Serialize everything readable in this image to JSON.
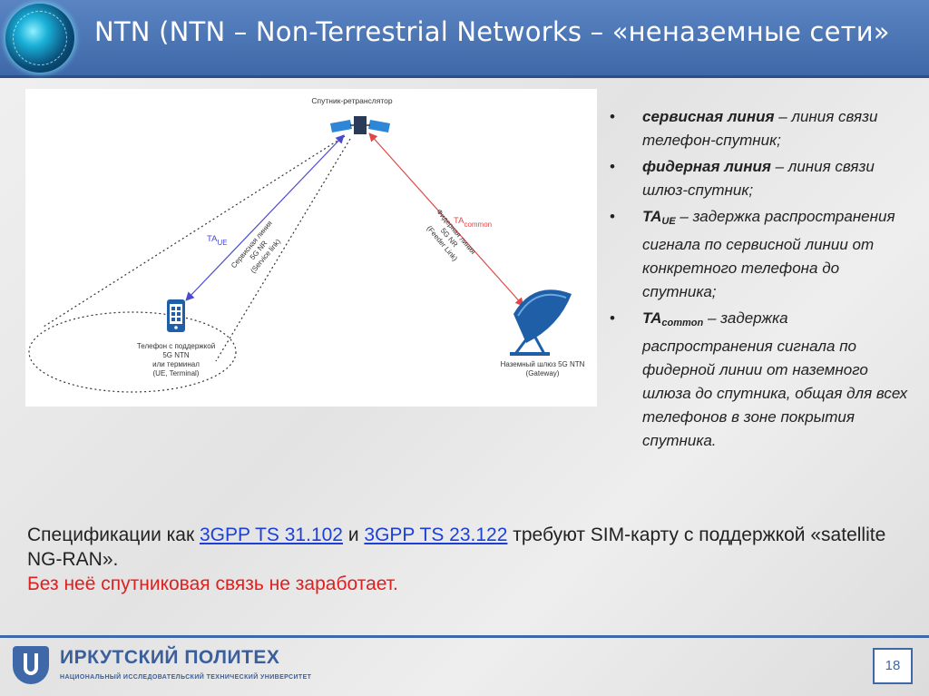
{
  "header": {
    "title": "NTN (NTN – Non-Terrestrial Networks – «неназемные сети»"
  },
  "diagram": {
    "satellite_label": "Спутник-ретранслятор",
    "phone_label_lines": [
      "Телефон с поддержкой",
      "5G NTN",
      "или терминал",
      "(UE, Terminal)"
    ],
    "gateway_label_lines": [
      "Наземный шлюз 5G NTN",
      "(Gateway)"
    ],
    "service_link_lines": [
      "Сервисная линия",
      "5G NR",
      "(Service link)"
    ],
    "feeder_link_lines": [
      "Фидерная линия",
      "5G NR",
      "(Feeder Link)"
    ],
    "ta_ue": {
      "main": "TA",
      "sub": "UE"
    },
    "ta_common": {
      "main": "TA",
      "sub": "common"
    },
    "colors": {
      "service_link": "#4a4ad0",
      "feeder_link": "#e04848",
      "device": "#1f5fa8"
    }
  },
  "bullets": [
    {
      "term": "сервисная линия",
      "rest": " – линия связи телефон-спутник;"
    },
    {
      "term": "фидерная линия",
      "rest": " – линия связи шлюз-спутник;"
    },
    {
      "term": "TA",
      "sub": "UE",
      "rest": " – задержка распространения сигнала по сервисной линии от конкретного телефона до спутника;"
    },
    {
      "term": "TA",
      "sub": "common",
      "rest": " – задержка распространения сигнала по фидерной линии от наземного шлюза до спутника, общая для всех телефонов в зоне покрытия спутника."
    }
  ],
  "bullet_char": "•",
  "spec": {
    "prefix": "Спецификации как ",
    "link1": "3GPP TS 31.102",
    "middle": " и ",
    "link2": "3GPP TS 23.122",
    "suffix": " требуют SIM-карту с поддержкой «satellite NG-RAN».",
    "warning": "Без неё спутниковая связь не заработает."
  },
  "footer": {
    "org_name": "ИРКУТСКИЙ ПОЛИТЕХ",
    "org_subtitle": "НАЦИОНАЛЬНЫЙ ИССЛЕДОВАТЕЛЬСКИЙ ТЕХНИЧЕСКИЙ УНИВЕРСИТЕТ",
    "page_number": "18"
  }
}
